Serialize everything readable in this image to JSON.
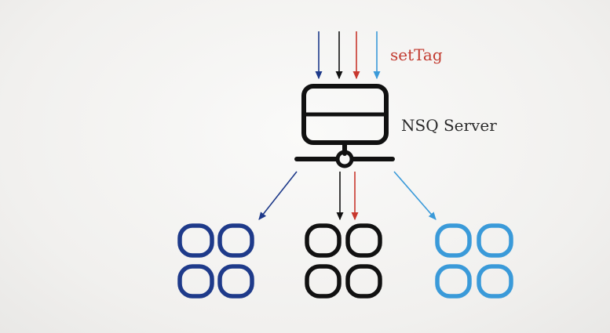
{
  "labels": {
    "tag": "setTag",
    "server": "NSQ Server"
  },
  "colors": {
    "dark_blue": "#1e3a8a",
    "black": "#111111",
    "red": "#c8372d",
    "light_blue": "#3a9ad9",
    "tag_text": "#c23b30",
    "server_text": "#2a2a2a"
  },
  "consumer_groups": [
    {
      "color": "dark_blue",
      "members": 4
    },
    {
      "color": "black",
      "members": 4
    },
    {
      "color": "light_blue",
      "members": 4
    }
  ],
  "incoming_messages": [
    "dark_blue",
    "black",
    "red",
    "light_blue"
  ]
}
